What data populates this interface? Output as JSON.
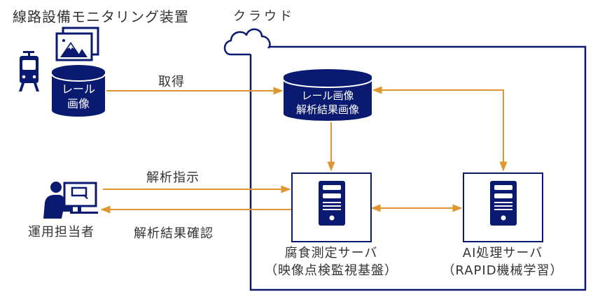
{
  "colors": {
    "navy": "#0a1a70",
    "arrow": "#e0962f",
    "text": "#333333"
  },
  "device": {
    "title": "線路設備モニタリング装置",
    "storage_label_line1": "レール",
    "storage_label_line2": "画像"
  },
  "cloud": {
    "title": "クラウド",
    "storage_label_line1": "レール画像",
    "storage_label_line2": "解析結果画像"
  },
  "operator": {
    "label": "運用担当者"
  },
  "servers": [
    {
      "name_line1": "腐食測定サーバ",
      "name_line2": "（映像点検監視基盤）"
    },
    {
      "name_line1": "AI処理サーバ",
      "name_line2": "（RAPID機械学習）"
    }
  ],
  "flows": {
    "acquire": "取得",
    "analysis_instruction": "解析指示",
    "result_check": "解析結果確認"
  }
}
